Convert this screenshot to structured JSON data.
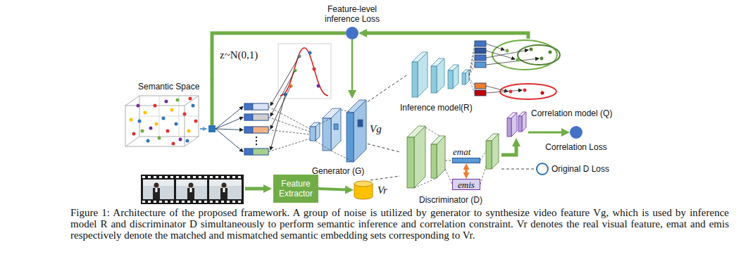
{
  "diagram": {
    "caption": "Figure 1: Architecture of the proposed framework. A group of noise is utilized by generator to synthesize video feature Vg, which is used by inference model R and discriminator D simultaneously to perform semantic inference and correlation constraint. Vr denotes the real visual feature, emat and emis respectively denote the matched and mismatched semantic embedding sets corresponding to Vr.",
    "nodes": [
      {
        "text": [
          "Feature-level inference Loss"
        ]
      },
      {
        "text": [
          "Semantic Space"
        ]
      },
      {
        "text": [
          "Inference model(R)"
        ]
      },
      {
        "text": [
          "Correlation model (Q)"
        ]
      },
      {
        "text": [
          "Generator (G)"
        ]
      },
      {
        "text": [
          "Correlation Loss"
        ]
      },
      {
        "text": [
          "Discriminator (D)"
        ]
      },
      {
        "text": [
          "emat"
        ],
        "in": 6
      },
      {
        "text": [
          "emis"
        ],
        "in": 6
      },
      {
        "text": [
          "Original D Loss"
        ]
      },
      {
        "text": [
          "Feature Extractor"
        ]
      },
      {
        "text": [
          "Vr"
        ]
      }
    ],
    "edges": [
      {
        "from": 1,
        "to": 0,
        "arrow": "none"
      },
      {
        "from": 2,
        "to": 0,
        "arrow": "to"
      },
      {
        "from": 0,
        "to": 4,
        "arrow": "to"
      },
      {
        "from": 4,
        "to": 2,
        "arrow": "none"
      },
      {
        "from": 4,
        "to": 6,
        "arrow": "none"
      },
      {
        "from": 7,
        "to": 8,
        "arrow": "both"
      },
      {
        "from": 6,
        "to": 3,
        "arrow": "to"
      },
      {
        "from": 3,
        "to": 5,
        "arrow": "to"
      },
      {
        "from": 6,
        "to": 9,
        "arrow": "none"
      },
      {
        "from": 10,
        "to": 11,
        "arrow": "to"
      },
      {
        "from": 11,
        "to": 6,
        "arrow": "none"
      }
    ],
    "labels": [
      "z~N(0,1)",
      "Vg"
    ]
  }
}
